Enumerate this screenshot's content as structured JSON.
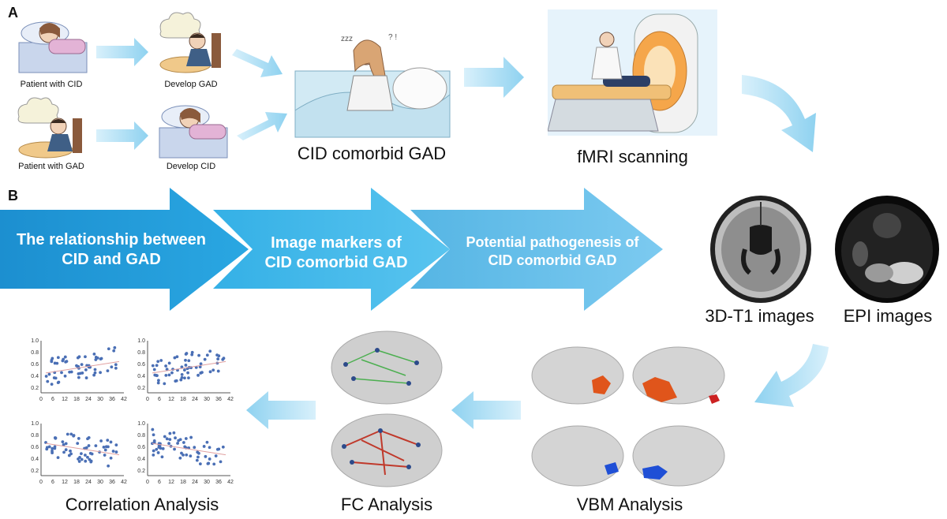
{
  "panel_labels": {
    "a": "A",
    "b": "B"
  },
  "panel_a": {
    "captions": {
      "patient_cid": "Patient with CID",
      "develop_gad": "Develop GAD",
      "patient_gad": "Patient with GAD",
      "develop_cid": "Develop CID",
      "comorbid": "CID comorbid GAD",
      "fmri": "fMRI scanning"
    }
  },
  "panel_b": {
    "band": [
      "The relationship between\nCID and GAD",
      "Image markers of\nCID comorbid GAD",
      "Potential pathogenesis of\nCID comorbid GAD"
    ],
    "images": {
      "t1": "3D-T1 images",
      "epi": "EPI images"
    },
    "analyses": {
      "vbm": "VBM Analysis",
      "fc": "FC Analysis",
      "corr": "Correlation Analysis"
    }
  },
  "colors": {
    "arrow_light": "#a9dcf2",
    "band_dark": "#1e9ad8",
    "band_mid": "#45b7ea",
    "band_light": "#6cc6ef",
    "scatter_point": "#4a6fb5",
    "activation_warm": "#e0551b",
    "activation_cool": "#1f4fd6"
  },
  "correlation_plots": {
    "x_ticks": [
      "0",
      "6",
      "12",
      "18",
      "24",
      "30",
      "36",
      "42"
    ],
    "y_ticks": [
      "0.2",
      "0.4",
      "0.6",
      "0.8",
      "1.0"
    ]
  }
}
